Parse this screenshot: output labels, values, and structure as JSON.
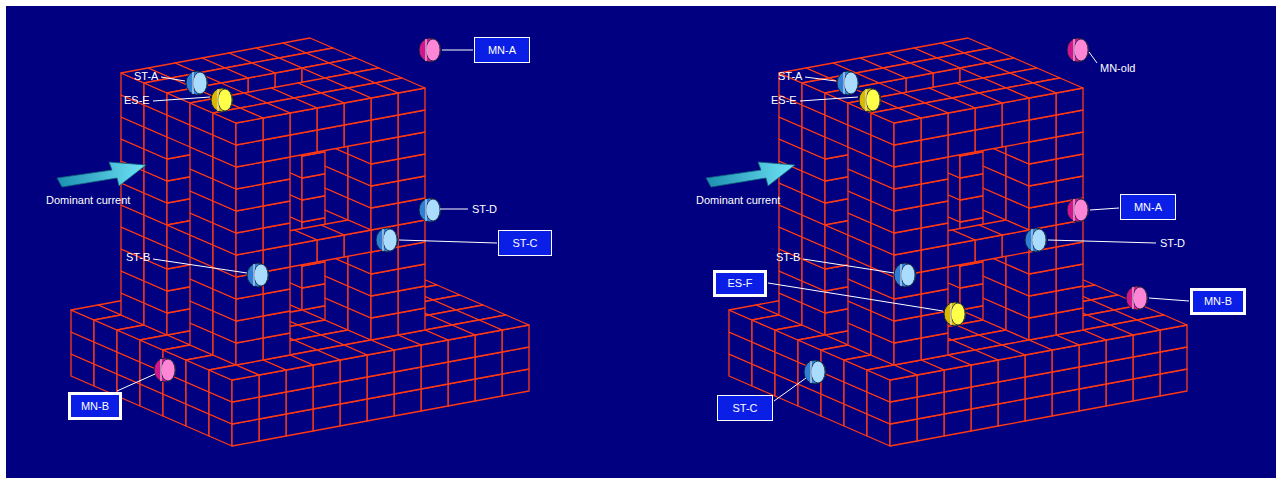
{
  "diagram": {
    "nodes": [
      {
        "text": [
          "MN-A"
        ]
      },
      {
        "text": [
          "ST-C"
        ]
      },
      {
        "text": [
          "MN-B"
        ]
      },
      {
        "text": [
          "MN-A"
        ]
      },
      {
        "text": [
          "ES-F"
        ]
      },
      {
        "text": [
          "MN-B"
        ]
      },
      {
        "text": [
          "ST-C"
        ]
      }
    ],
    "labels": [
      "ST-A",
      "ES-E",
      "Dominant current",
      "ST-D",
      "ST-B",
      "ST-A",
      "ES-E",
      "MN-old",
      "Dominant current",
      "ST-D",
      "ST-B"
    ]
  }
}
